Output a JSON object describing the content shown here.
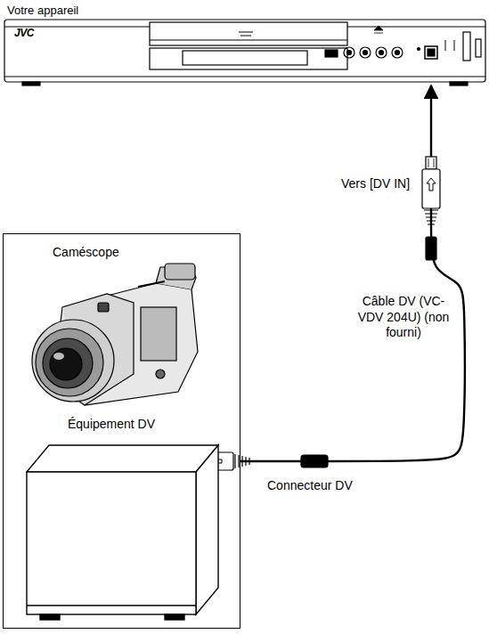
{
  "diagram": {
    "nodes": [
      {
        "text": [
          "Votre appareil",
          "JVC"
        ]
      },
      {
        "text": [
          "Caméscope",
          "Équipement DV"
        ]
      }
    ],
    "edges": [
      {
        "from": 1,
        "to": 0,
        "arrow": "to"
      }
    ],
    "labels": [
      "Vers [DV IN]",
      "Câble DV (VC-VDV 204U) (non fourni)",
      "Connecteur DV"
    ]
  }
}
